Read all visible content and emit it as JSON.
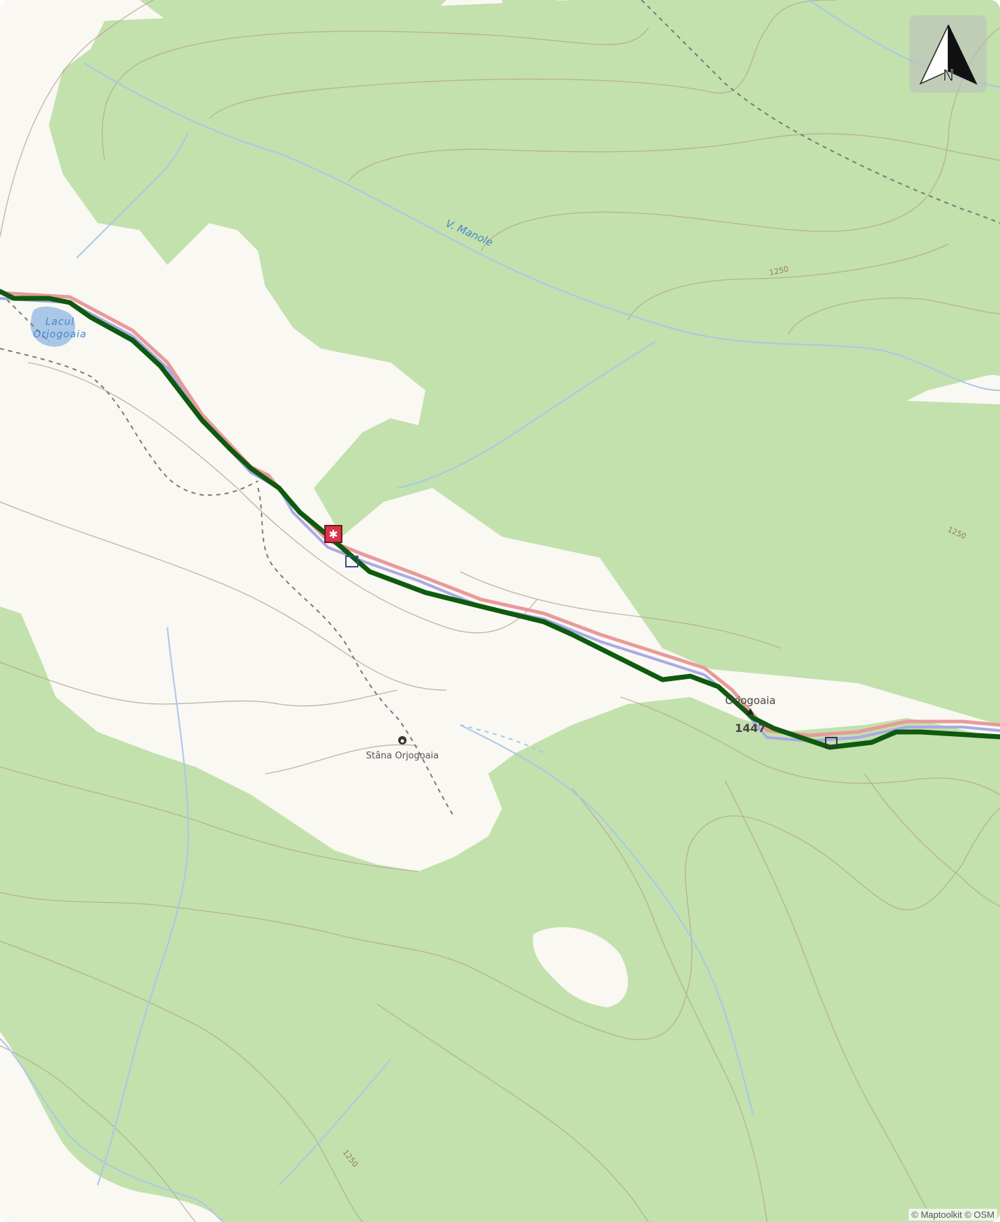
{
  "map": {
    "water_labels": [
      "Lacul",
      "Orjogoaia"
    ],
    "stream_label": "V. Manole",
    "contour_labels": [
      "1250",
      "1250",
      "1250"
    ],
    "peak": {
      "name": "Orjogoaia",
      "elevation": "1447"
    },
    "hut_label": "Stâna Orjogoaia",
    "colors": {
      "forest": "#c2e1ad",
      "open_ground": "#faf8f3",
      "route": "#0e5a0e",
      "trail_red": "#e89a9a",
      "trail_blue": "#a9a9e6",
      "contour": "#b8a793",
      "stream": "#aac7e8",
      "path": "#7a7a7a"
    }
  },
  "compass": {
    "label": "N",
    "icon": "north-arrow-icon"
  },
  "attribution": "© Maptoolkit © OSM"
}
